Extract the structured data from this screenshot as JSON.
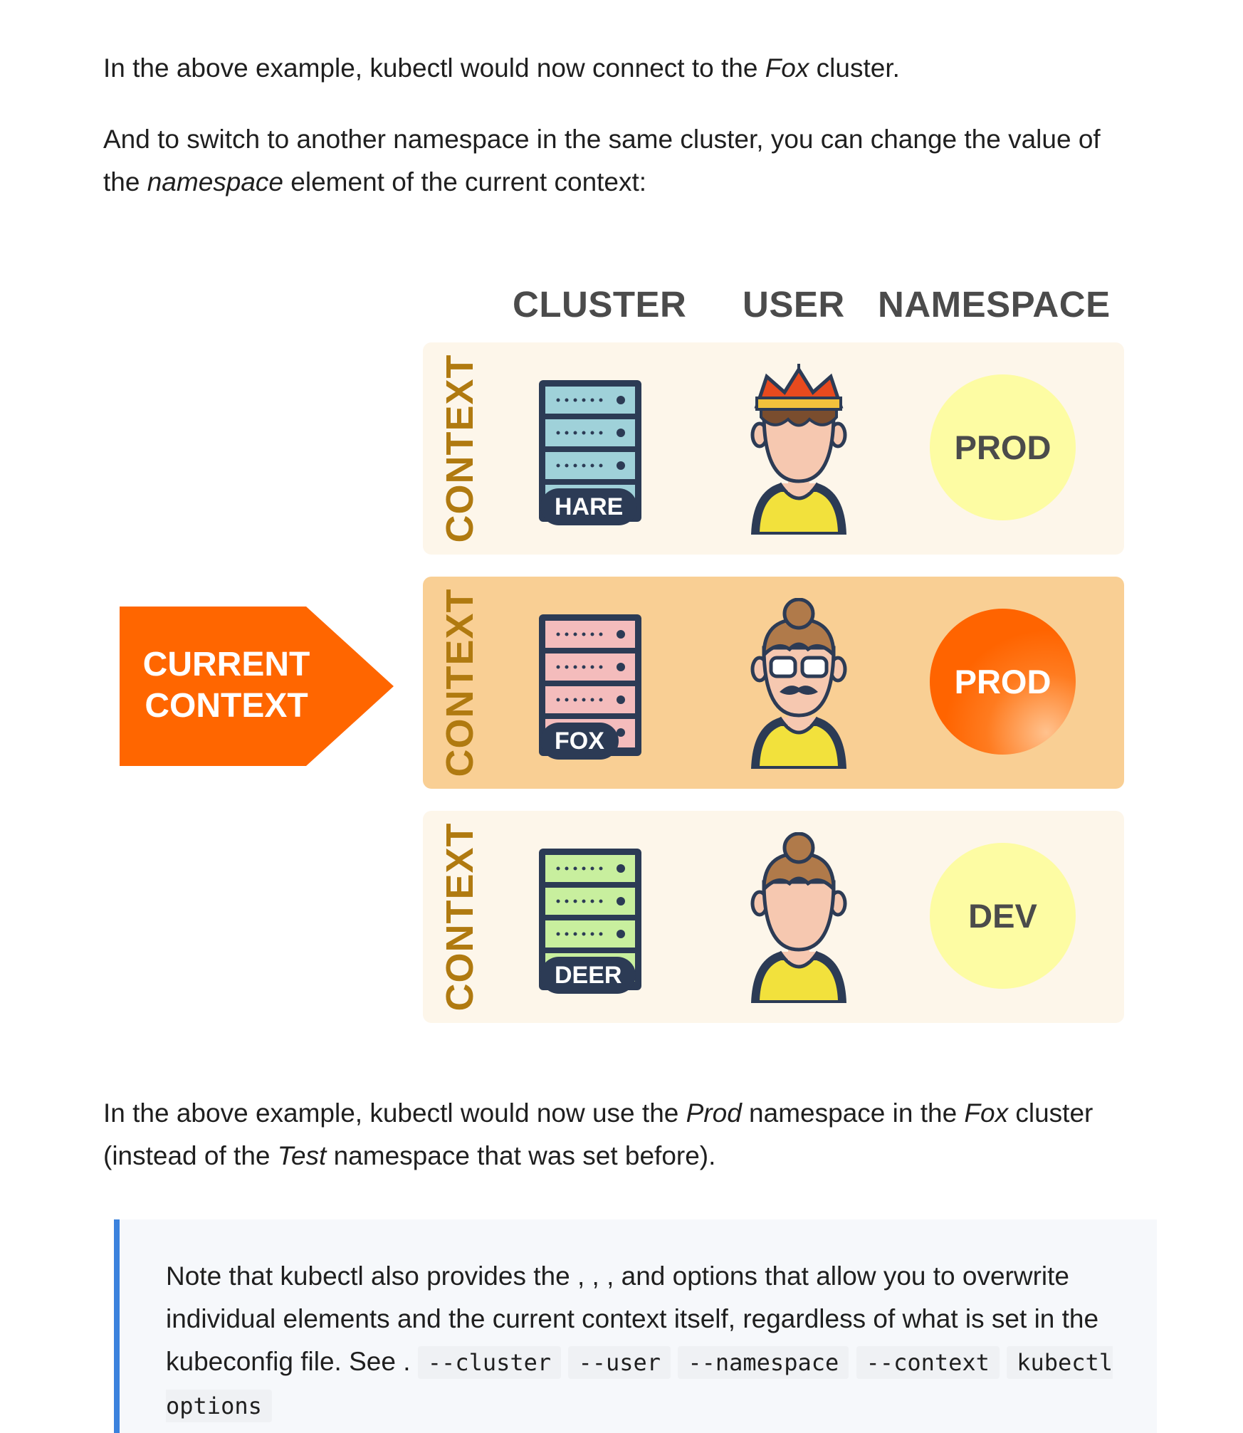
{
  "intro": {
    "p1_a": "In the above example, kubectl would now connect to the ",
    "p1_em": "Fox",
    "p1_b": " cluster.",
    "p2_a": "And to switch to another namespace in the same cluster, you can change the value of the ",
    "p2_em": "namespace",
    "p2_b": " element of the current context:"
  },
  "diagram": {
    "col_cluster": "CLUSTER",
    "col_user": "USER",
    "col_namespace": "NAMESPACE",
    "context_label": "CONTEXT",
    "current_context_line1": "CURRENT",
    "current_context_line2": "CONTEXT",
    "rows": [
      {
        "cluster": "HARE",
        "namespace": "PROD",
        "server_color": "#9fd1d9"
      },
      {
        "cluster": "FOX",
        "namespace": "PROD",
        "server_color": "#f4bcbc"
      },
      {
        "cluster": "DEER",
        "namespace": "DEV",
        "server_color": "#c8ef9e"
      }
    ],
    "colors": {
      "row_bg": "#fdf6ea",
      "current_row_bg": "#f9cf94",
      "arrow": "#ff6600",
      "label": "#b07a10",
      "namespace_bg": "#fdfca3"
    }
  },
  "after": {
    "a": "In the above example, kubectl would now use the ",
    "em1": "Prod",
    "b": " namespace in the ",
    "em2": "Fox",
    "c": " cluster (instead of the ",
    "em3": "Test",
    "d": " namespace that was set before)."
  },
  "note": {
    "text_a": "Note that kubectl also provides the , , , and options that allow you to overwrite individual elements and the current context itself, regardless of what is set in the kubeconfig file. See . ",
    "code1": "--cluster",
    "code2": "--user",
    "code3": "--namespace",
    "code4": "--context",
    "code5": "kubectl options",
    "accent": "#3b82dd"
  }
}
